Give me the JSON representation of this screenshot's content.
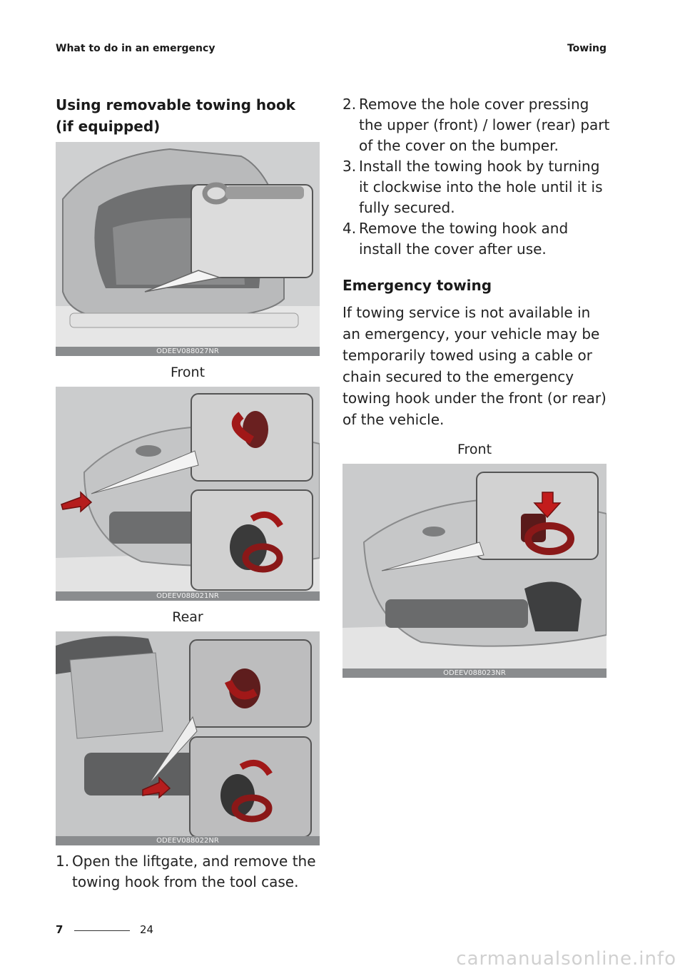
{
  "header": {
    "section": "What to do in an emergency",
    "chapter": "Towing"
  },
  "left": {
    "title": "Using removable towing hook (if equipped)",
    "figure1_code": "ODEEV088027NR",
    "caption_front": "Front",
    "figure2_code": "ODEEV088021NR",
    "caption_rear": "Rear",
    "figure3_code": "ODEEV088022NR",
    "step1_num": "1.",
    "step1": "Open the liftgate, and remove the towing hook from the tool case."
  },
  "right": {
    "step2_num": "2.",
    "step2": "Remove the hole cover pressing the upper (front) / lower (rear) part of the cover on the bumper.",
    "step3_num": "3.",
    "step3": "Install the towing hook by turning it clockwise into the hole until it is fully secured.",
    "step4_num": "4.",
    "step4": "Remove the towing hook and install the cover after use.",
    "heading": "Emergency towing",
    "paragraph": "If towing service is not available in an emergency, your vehicle may be temporarily towed using a cable or chain secured to the emergency towing hook under the front (or rear) of the vehicle.",
    "caption_front": "Front",
    "figure4_code": "ODEEV088023NR"
  },
  "footer": {
    "section_num": "7",
    "page_num": "24"
  },
  "watermark": "carmanualsonline.info"
}
